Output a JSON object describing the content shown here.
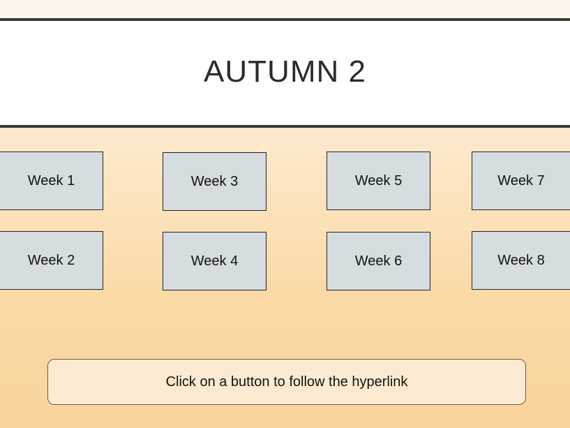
{
  "header": {
    "title": "AUTUMN 2"
  },
  "weeks": [
    {
      "label": "Week 1"
    },
    {
      "label": "Week 2"
    },
    {
      "label": "Week 3"
    },
    {
      "label": "Week 4"
    },
    {
      "label": "Week 5"
    },
    {
      "label": "Week 6"
    },
    {
      "label": "Week 7"
    },
    {
      "label": "Week 8"
    }
  ],
  "footer": {
    "hint": "Click on a button to follow the hyperlink"
  },
  "colors": {
    "button_fill": "#d6dde0",
    "title_band": "#ffffff",
    "hint_fill": "#fcebd2"
  }
}
